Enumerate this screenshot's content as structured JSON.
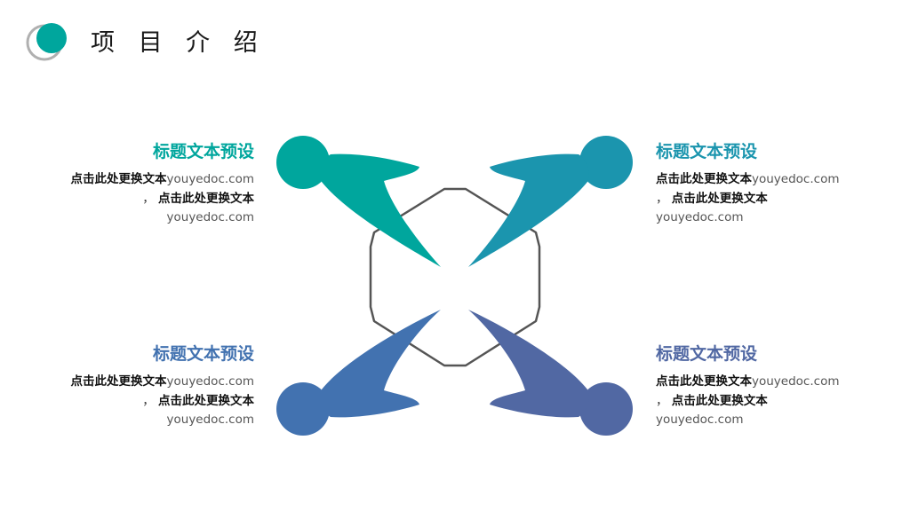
{
  "header": {
    "title": "项 目 介 绍"
  },
  "colors": {
    "teal": "#00a69d",
    "cyan_blue": "#1b95ae",
    "blue": "#4272b0",
    "indigo": "#5168a3",
    "hexagon_stroke": "#555555"
  },
  "blocks": [
    {
      "title": "标题文本预设",
      "line1_bold": "点击此处更换文本",
      "line1_link": "youyedoc.com",
      "line2_punct": "，",
      "line2_bold": "点击此处更换文本",
      "line3_link": "youyedoc.com"
    },
    {
      "title": "标题文本预设",
      "line1_bold": "点击此处更换文本",
      "line1_link": "youyedoc.com",
      "line2_punct": "，",
      "line2_bold": "点击此处更换文本",
      "line3_link": "youyedoc.com"
    },
    {
      "title": "标题文本预设",
      "line1_bold": "点击此处更换文本",
      "line1_link": "youyedoc.com",
      "line2_punct": "，",
      "line2_bold": "点击此处更换文本",
      "line3_link": "youyedoc.com"
    },
    {
      "title": "标题文本预设",
      "line1_bold": "点击此处更换文本",
      "line1_link": "youyedoc.com",
      "line2_punct": "，",
      "line2_bold": "点击此处更换文本",
      "line3_link": "youyedoc.com"
    }
  ]
}
